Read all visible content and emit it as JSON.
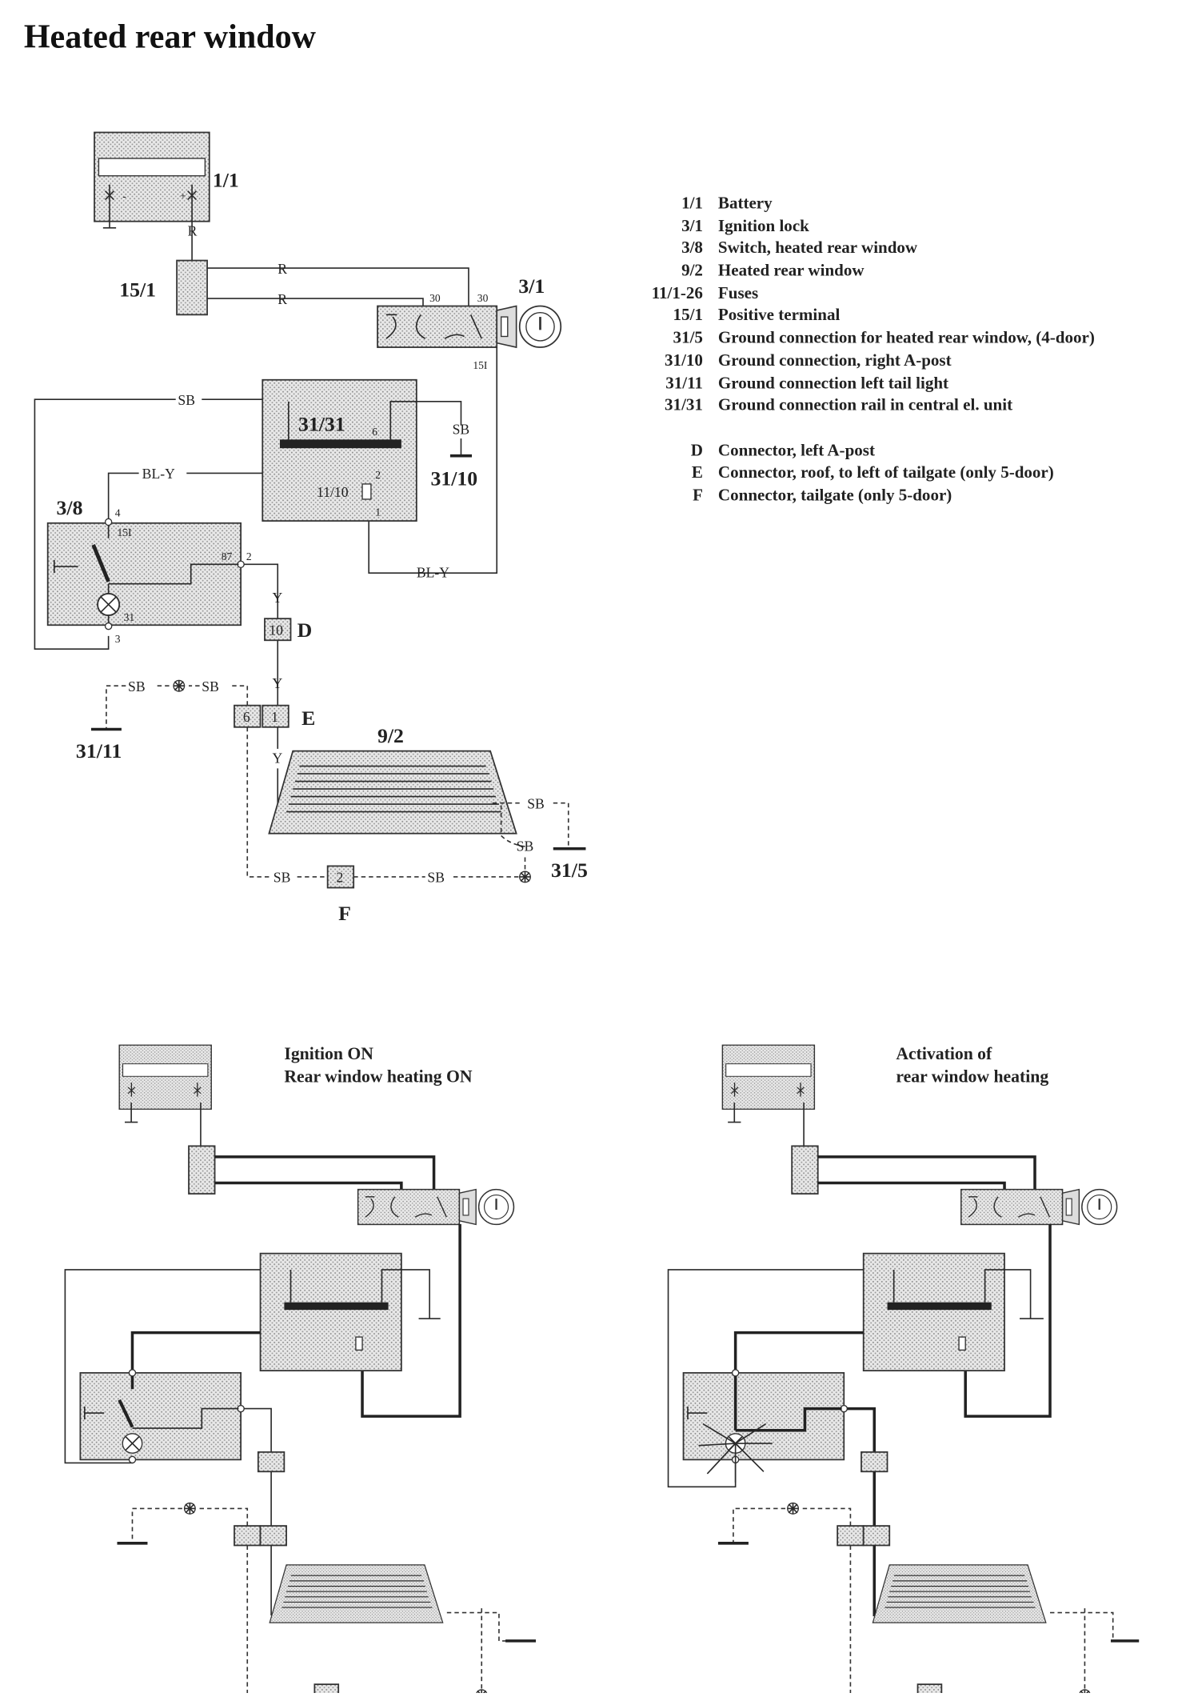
{
  "title": "Heated rear window",
  "labels": {
    "battery": "1/1",
    "positive_terminal": "15/1",
    "ignition_lock": "3/1",
    "ground_rail": "31/31",
    "ground_a_post": "31/10",
    "ground_conn_relay": "11/10",
    "switch": "3/8",
    "conn_d": "D",
    "conn_e": "E",
    "conn_f": "F",
    "rear_window": "9/2",
    "ground_tail": "31/11",
    "ground_rear": "31/5"
  },
  "wires": {
    "r": "R",
    "sb": "SB",
    "bly": "BL-Y",
    "y": "Y"
  },
  "pins": {
    "t30": "30",
    "t15": "15I",
    "p6": "6",
    "p2": "2",
    "p1": "1",
    "p4": "4",
    "p87": "87",
    "p31": "31",
    "p3": "3",
    "c10": "10",
    "c6": "6",
    "c1": "1",
    "c2": "2",
    "minus": "-",
    "plus": "+"
  },
  "legend": {
    "components": [
      {
        "code": "1/1",
        "desc": "Battery"
      },
      {
        "code": "3/1",
        "desc": "Ignition lock"
      },
      {
        "code": "3/8",
        "desc": "Switch, heated rear window"
      },
      {
        "code": "9/2",
        "desc": "Heated rear window"
      },
      {
        "code": "11/1-26",
        "desc": "Fuses"
      },
      {
        "code": "15/1",
        "desc": "Positive terminal"
      },
      {
        "code": "31/5",
        "desc": "Ground connection for heated rear window, (4-door)"
      },
      {
        "code": "31/10",
        "desc": "Ground connection, right A-post"
      },
      {
        "code": "31/11",
        "desc": "Ground connection left tail light"
      },
      {
        "code": "31/31",
        "desc": "Ground connection rail in central el. unit"
      }
    ],
    "connectors": [
      {
        "code": "D",
        "desc": "Connector, left A-post"
      },
      {
        "code": "E",
        "desc": "Connector, roof, to left of tailgate (only 5-door)"
      },
      {
        "code": "F",
        "desc": "Connector, tailgate (only 5-door)"
      }
    ]
  },
  "panels": {
    "ignition_on": {
      "line1": "Ignition ON",
      "line2": "Rear window heating ON"
    },
    "activation": {
      "line1": "Activation of",
      "line2": "rear window heating"
    }
  }
}
